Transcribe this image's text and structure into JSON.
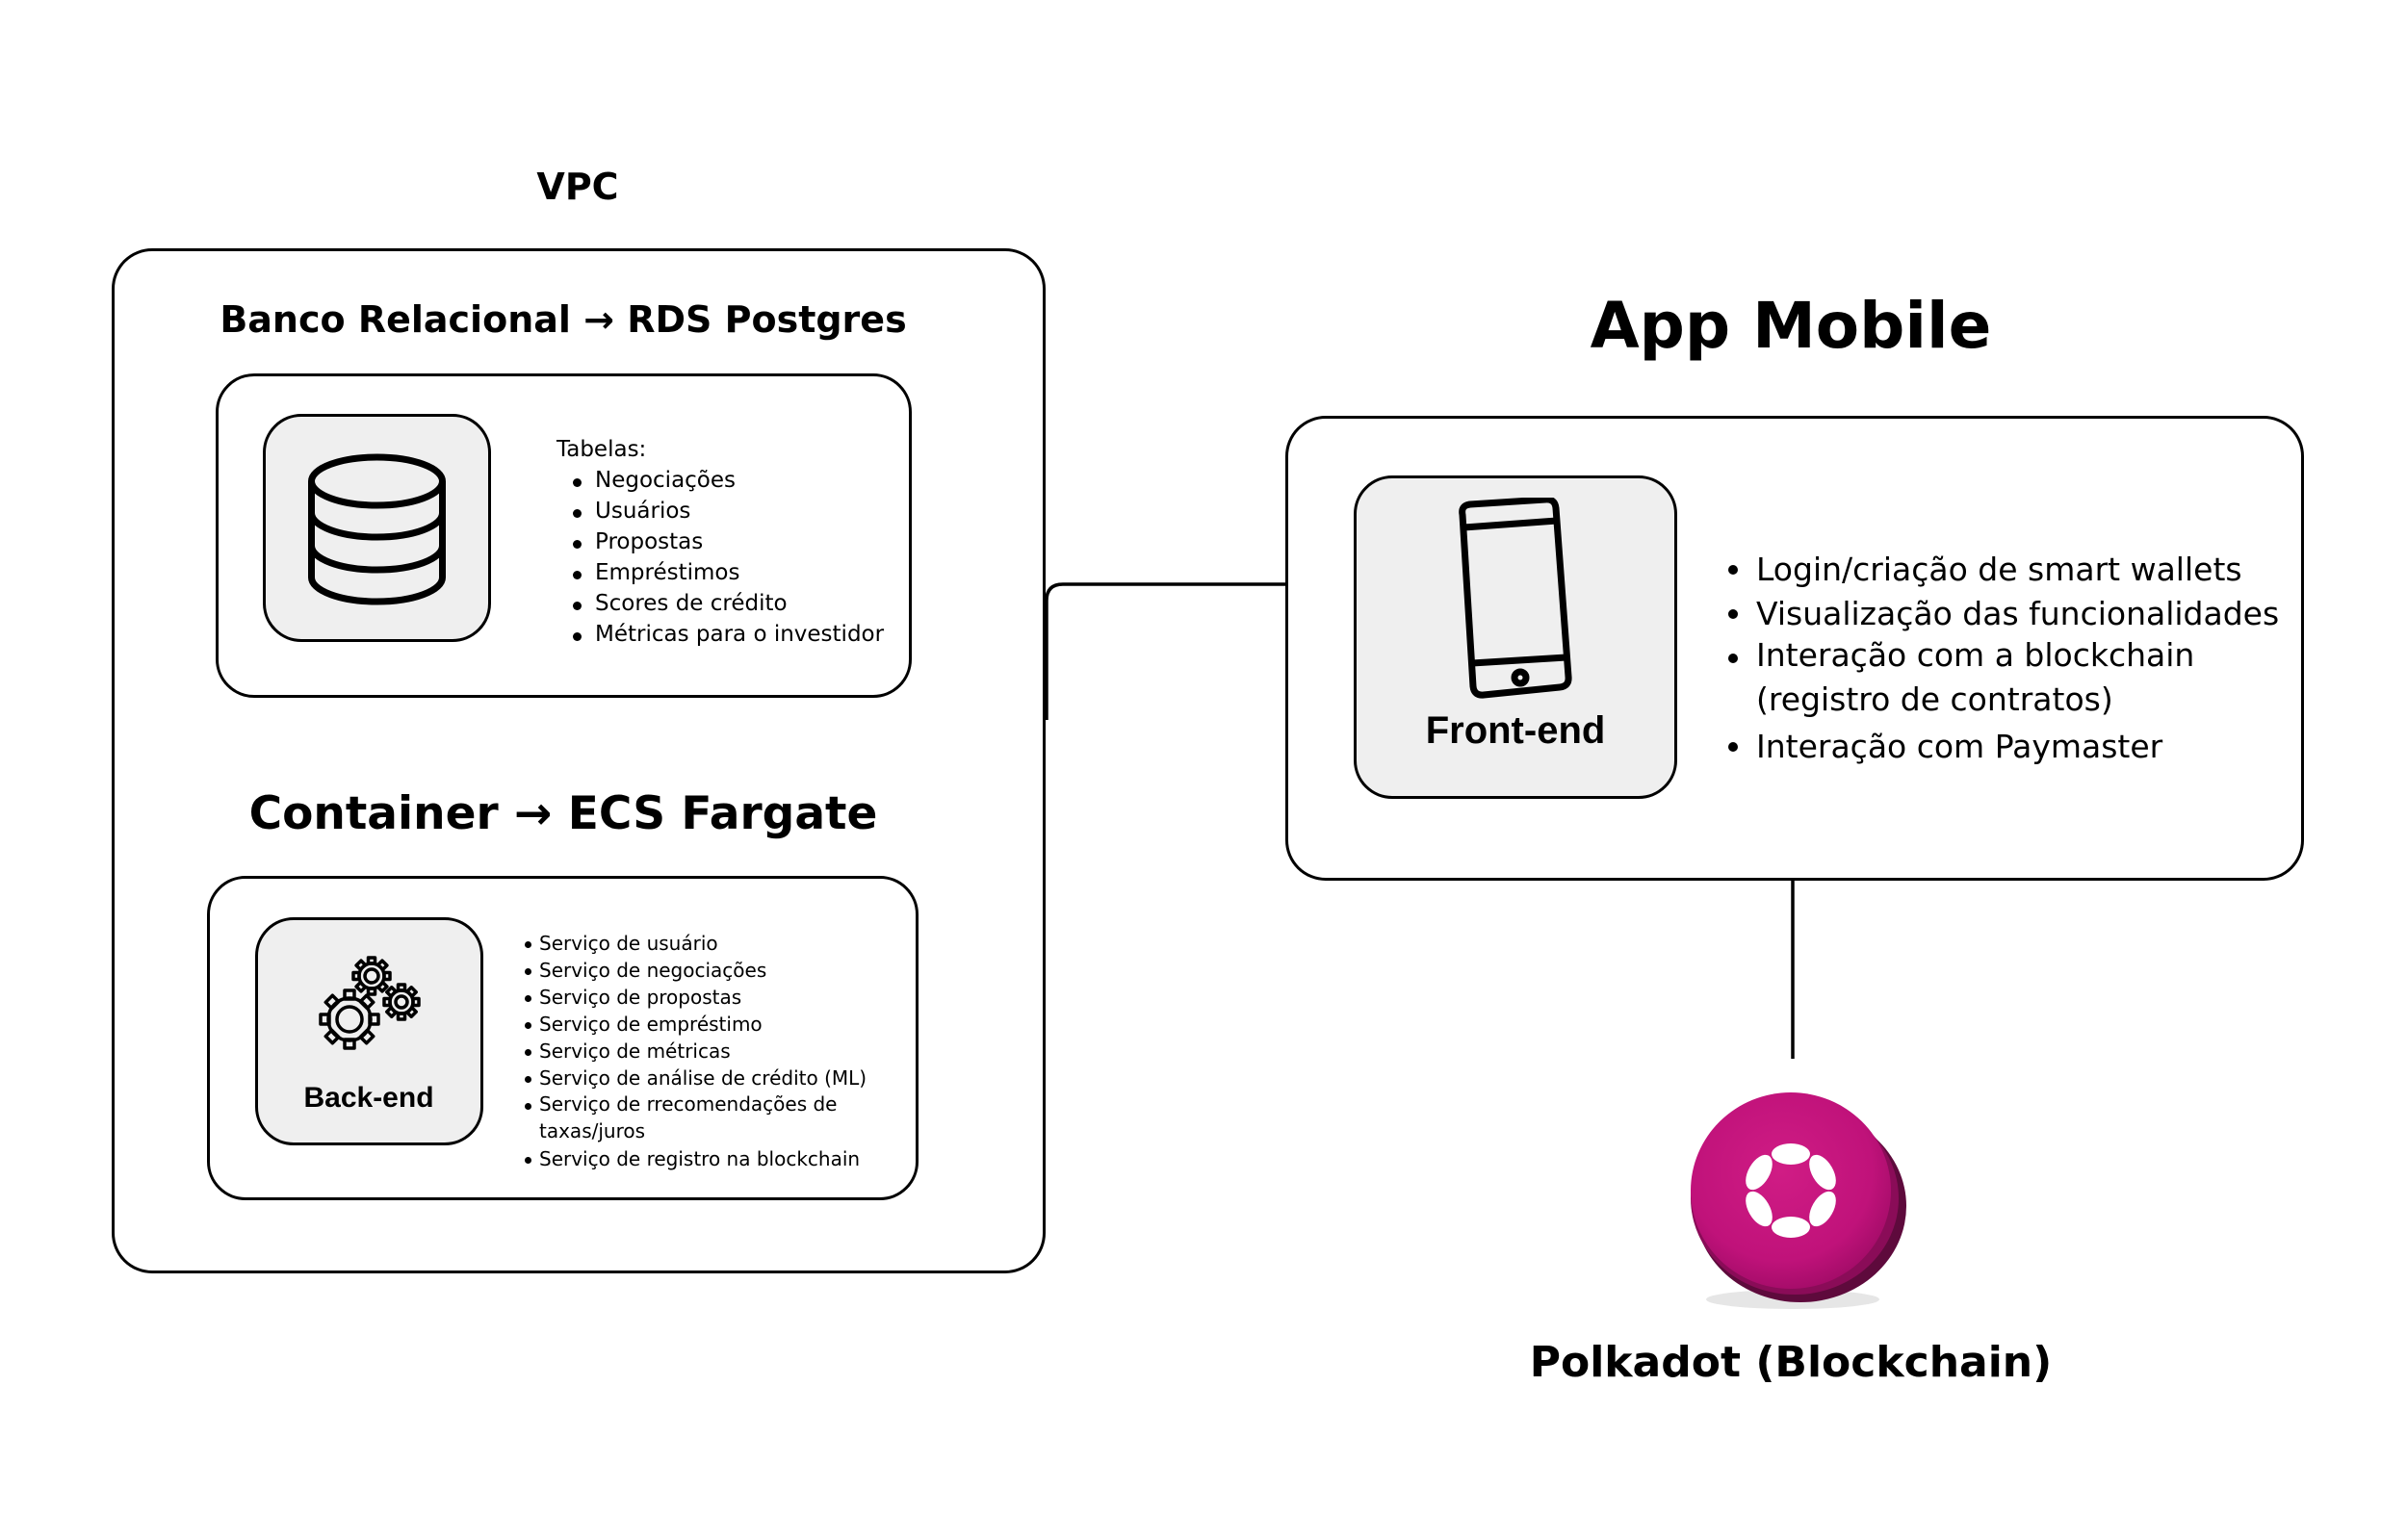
{
  "vpc": {
    "title": "VPC",
    "database": {
      "title": "Banco Relacional → RDS Postgres",
      "icon": "database-icon",
      "tables_label": "Tabelas:",
      "tables": [
        "Negociações",
        "Usuários",
        "Propostas",
        "Empréstimos",
        "Scores de crédito",
        "Métricas para o investidor"
      ]
    },
    "container": {
      "title": "Container → ECS Fargate",
      "icon": "gears-icon",
      "backend_label": "Back-end",
      "services": [
        "Serviço de usuário",
        "Serviço de negociações",
        "Serviço de propostas",
        "Serviço de empréstimo",
        "Serviço de métricas",
        "Serviço de análise de crédito (ML)",
        "Serviço de rrecomendações de taxas/juros",
        "Serviço de registro na blockchain"
      ]
    }
  },
  "app": {
    "title": "App Mobile",
    "icon": "smartphone-icon",
    "frontend_label": "Front-end",
    "features": [
      "Login/criação de smart wallets",
      "Visualização das funcionalidades",
      "Interação com a blockchain (registro de contratos)",
      "Interação com Paymaster"
    ]
  },
  "blockchain": {
    "label": "Polkadot (Blockchain)",
    "icon": "polkadot-logo-icon",
    "brand_color": "#e6007a"
  }
}
